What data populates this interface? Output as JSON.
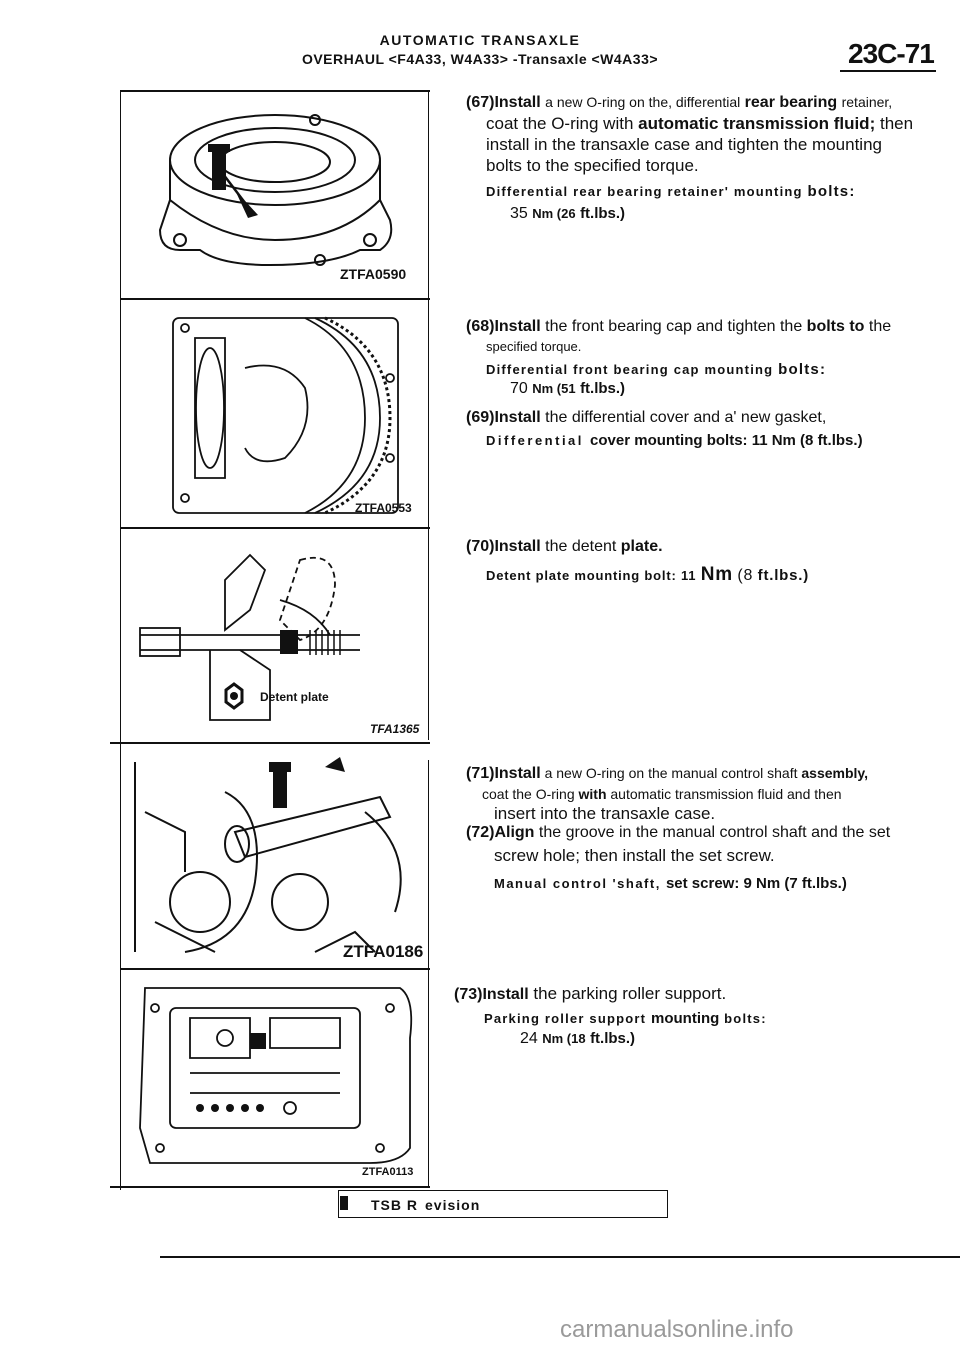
{
  "header": {
    "line1": "AUTOMATIC TRANSAXLE",
    "line2": "OVERHAUL <F4A33, W4A33> -Transaxle <W4A33>",
    "page_number": "23C-71"
  },
  "figures": [
    {
      "id": "ZTFA0590"
    },
    {
      "id": "ZTFA0553"
    },
    {
      "id": "TFA1365",
      "label": "Detent plate"
    },
    {
      "id": "ZTFA0186"
    },
    {
      "id": "ZTFA0113"
    }
  ],
  "steps": {
    "s67": {
      "num": "(67)Install",
      "l1": "a new O-ring on the, differential",
      "l1b": "rear bearing",
      "l1c": "retainer,",
      "l2a": "coat the O-ring with",
      "l2b": "automatic transmission fluid;",
      "l2c": "then",
      "l3": "install in the transaxle case and tighten the mounting",
      "l4": "bolts to the specified torque.",
      "spec_label": "Differential rear bearing retainer' mounting",
      "spec_bolts": "bolts:",
      "spec_val": "35",
      "spec_unit": "Nm (26",
      "spec_ft": "ft.lbs.)"
    },
    "s68": {
      "num": "(68)Install",
      "l1a": "the front bearing cap and tighten the",
      "l1b": "bolts to",
      "l1c": "the",
      "l2": "specified torque.",
      "spec_label": "Differential front bearing cap mounting",
      "spec_bolts": "bolts:",
      "spec_val": "70",
      "spec_unit": "Nm (51",
      "spec_ft": "ft.lbs.)"
    },
    "s69": {
      "num": "(69)Install",
      "l1": "the differential cover and a' new gasket,",
      "spec_label": "Differential",
      "spec_bold": "cover mounting bolts: 11 Nm (8 ft.lbs.)"
    },
    "s70": {
      "num": "(70)Install",
      "l1": "the detent",
      "l1b": "plate.",
      "spec_label": "Detent plate mounting bolt: 11",
      "spec_nm": "Nm",
      "spec_paren": "(8",
      "spec_ft": "ft.lbs.)"
    },
    "s71": {
      "num": "(71)Install",
      "l1": "a new O-ring on the manual control shaft",
      "l1b": "assembly,",
      "l2a": "coat the O-ring",
      "l2b": "with",
      "l2c": "automatic transmission fluid and then",
      "l3": "insert into the transaxle case."
    },
    "s72": {
      "num": "(72)Align",
      "l1": "the groove in the manual control shaft and the set",
      "l2": "screw hole; then install the set screw.",
      "spec_label": "Manual control 'shaft,",
      "spec_bold": "set screw: 9 Nm (7 ft.lbs.)"
    },
    "s73": {
      "num": "(73)Install",
      "l1": "the parking roller support.",
      "spec_label": "Parking roller support",
      "spec_mount": "mounting",
      "spec_bolts": "bolts:",
      "spec_val": "24",
      "spec_unit": "Nm (18",
      "spec_ft": "ft.lbs.)"
    }
  },
  "tsb": {
    "a": "TSB R",
    "b": "evision"
  },
  "footer": "carmanualsonline.info"
}
